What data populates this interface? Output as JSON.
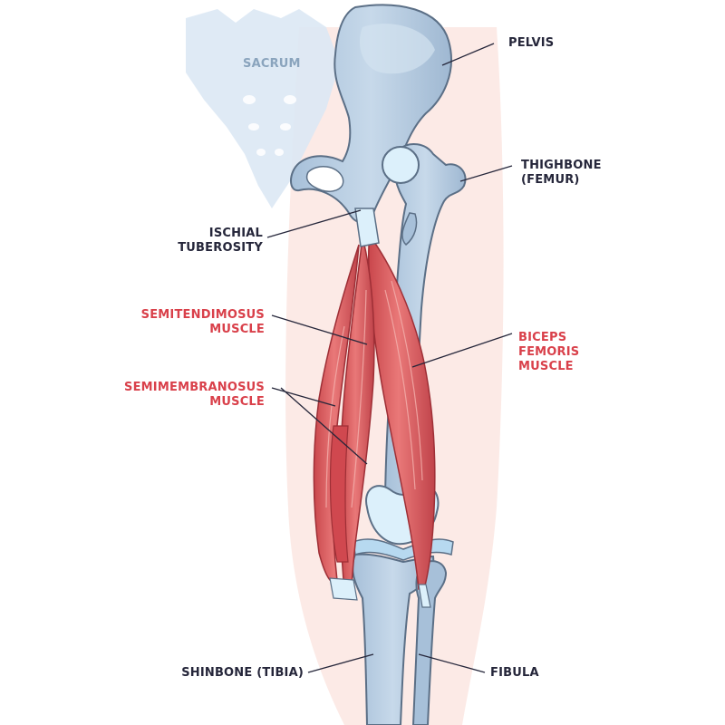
{
  "labels": {
    "sacrum": "SACRUM",
    "pelvis": "PELVIS",
    "thighbone": [
      "THIGHBONE",
      "(FEMUR)"
    ],
    "ischial_tuberosity": [
      "ISCHIAL",
      "TUBEROSITY"
    ],
    "semitendinosus": [
      "SEMITENDIMOSUS",
      "MUSCLE"
    ],
    "semimembranosus": [
      "SEMIMEMBRANOSUS",
      "MUSCLE"
    ],
    "biceps_femoris": [
      "BICEPS",
      "FEMORIS",
      "MUSCLE"
    ],
    "shinbone": "SHINBONE (TIBIA)",
    "fibula": "FIBULA"
  },
  "colors": {
    "skin": "#fbe3de",
    "bone": "#b7cde2",
    "bone_outline": "#5b6f86",
    "bone_dark": "#8ea8c3",
    "cartilage": "#dcf0fb",
    "muscle": "#d9575a",
    "muscle_dark": "#b83a40",
    "muscle_light": "#f09a98",
    "label_dark": "#25263a",
    "label_red": "#d9404a",
    "sacrum": "#dbe8f4"
  }
}
